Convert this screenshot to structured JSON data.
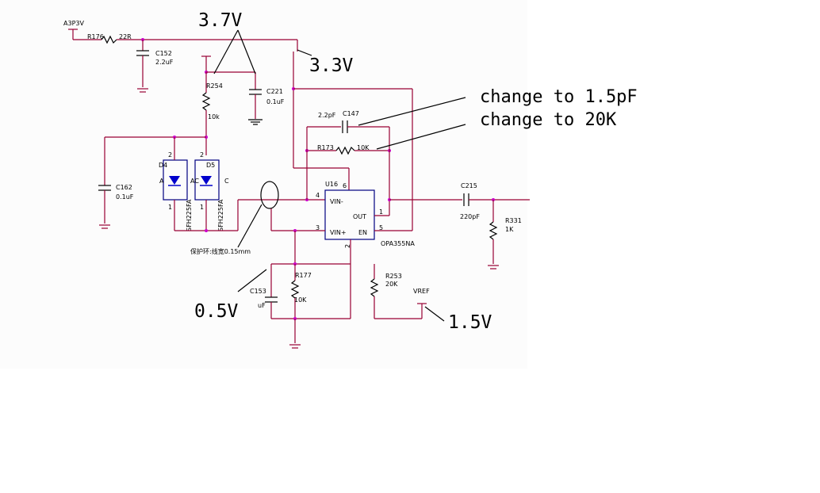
{
  "labels": {
    "a3p3v": "A3P3V",
    "r176": "R176",
    "r176_val": "22R",
    "c152": "C152",
    "c152_val": "2.2uF",
    "r254": "R254",
    "r254_val": "10k",
    "c221": "C221",
    "c221_val": "0.1uF",
    "c147_val": "2.2pF",
    "c147": "C147",
    "r173": "R173",
    "r173_val": "10K",
    "c162": "C162",
    "c162_val": "0.1uF",
    "d4": "D4",
    "d5": "D5",
    "d4_part": "SFH225FA",
    "d5_part": "SFH225FA",
    "u16": "U16",
    "vin_minus": "VIN-",
    "vin_plus": "VIN+",
    "out": "OUT",
    "en": "EN",
    "part_opa": "OPA355NA",
    "c215": "C215",
    "c215_val": "220pF",
    "r331": "R331",
    "r331_val": "1K",
    "r177": "R177",
    "r177_val": "10K",
    "c153": "C153",
    "c153_val": "uF",
    "r253": "R253",
    "r253_val": "20K",
    "vref": "VREF",
    "guard_note": "保护环:线宽0.15mm",
    "pin_a": "A",
    "pin_c": "C",
    "pin_ac": "AC",
    "pin_1": "1",
    "pin_2": "2",
    "pin_3": "3",
    "pin_4": "4",
    "pin_5": "5",
    "pin_6": "6"
  },
  "annotations": {
    "v37": "3.7V",
    "v33": "3.3V",
    "v05": "0.5V",
    "v15": "1.5V",
    "change_c": "change to 1.5pF",
    "change_r": "change to 20K"
  }
}
